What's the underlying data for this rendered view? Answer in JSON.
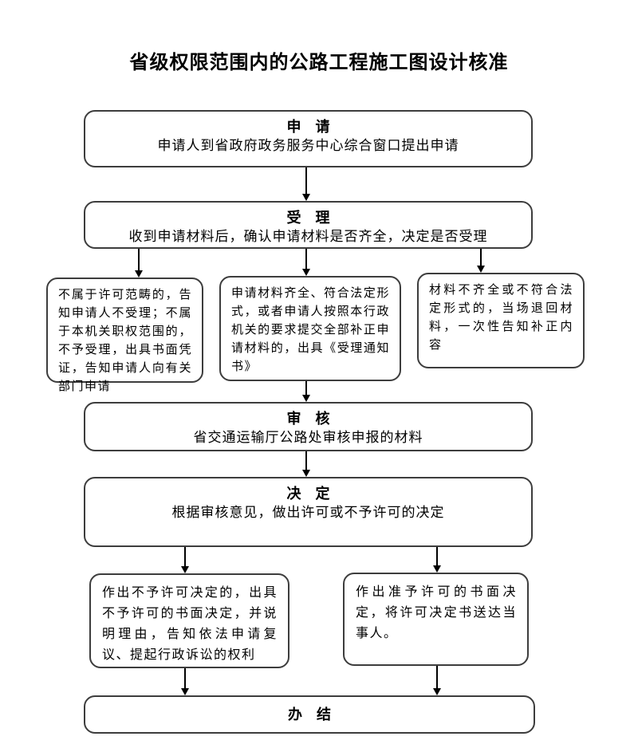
{
  "title": "省级权限范围内的公路工程施工图设计核准",
  "colors": {
    "background": "#ffffff",
    "box_border": "#3d3d3d",
    "arrow": "#000000",
    "text": "#000000"
  },
  "nodes": {
    "apply": {
      "heading": "申　请",
      "body": "申请人到省政府政务服务中心综合窗口提出申请"
    },
    "accept": {
      "heading": "受　理",
      "body": "收到申请材料后，确认申请材料是否齐全，决定是否受理"
    },
    "reject_branch": {
      "body": "不属于许可范畴的，告知申请人不受理；不属于本机关职权范围的，不予受理，出具书面凭证，告知申请人向有关部门申请"
    },
    "accept_branch": {
      "body": "申请材料齐全、符合法定形式，或者申请人按照本行政机关的要求提交全部补正申请材料的，出具《受理通知书》"
    },
    "return_branch": {
      "body": "材料不齐全或不符合法定形式的，当场退回材料，一次性告知补正内容"
    },
    "review": {
      "heading": "审　核",
      "body": "省交通运输厅公路处审核申报的材料"
    },
    "decision": {
      "heading": "决　定",
      "body": "根据审核意见，做出许可或不予许可的决定"
    },
    "deny": {
      "body": "作出不予许可决定的，出具不予许可的书面决定，并说明理由，告知依法申请复议、提起行政诉讼的权利"
    },
    "grant": {
      "body": "作出准予许可的书面决定，将许可决定书送达当事人。"
    },
    "complete": {
      "heading": "办　结"
    }
  }
}
